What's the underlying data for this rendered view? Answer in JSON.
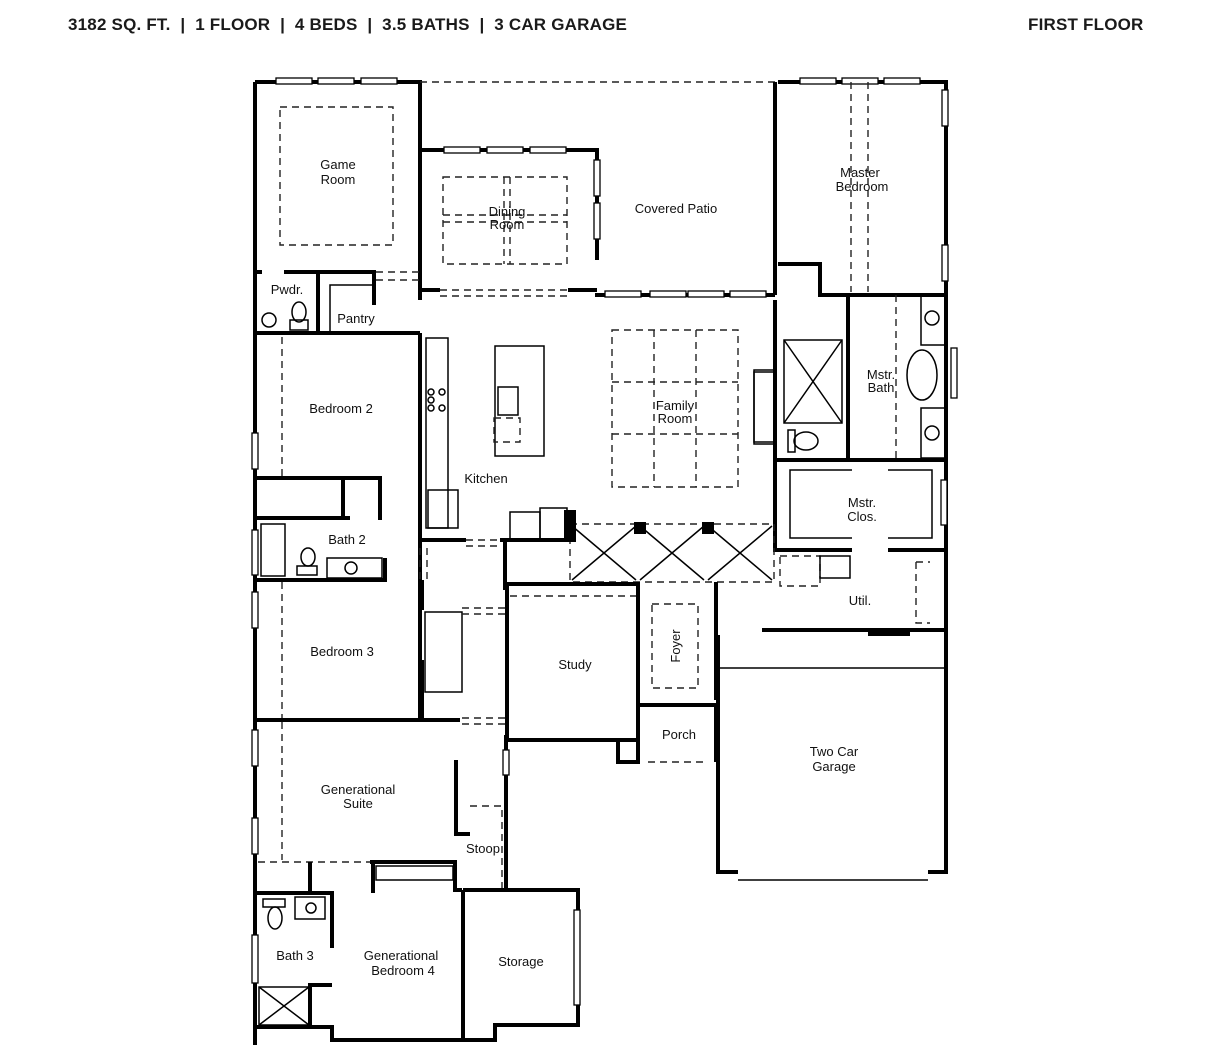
{
  "header": {
    "summary": "3182 SQ. FT.  |  1 FLOOR  |  4 BEDS  |  3.5 BATHS  |  3 CAR GARAGE",
    "sq_ft": "3182 SQ. FT.",
    "floors": "1 FLOOR",
    "beds": "4 BEDS",
    "baths": "3.5 BATHS",
    "garage": "3 CAR GARAGE",
    "floor_label": "FIRST FLOOR"
  },
  "rooms": {
    "game_room": [
      "Game",
      "Room"
    ],
    "dining_room": [
      "Dining",
      "Room"
    ],
    "covered_patio": "Covered Patio",
    "master_bedroom": [
      "Master",
      "Bedroom"
    ],
    "powder": "Pwdr.",
    "pantry": "Pantry",
    "bedroom_2": "Bedroom 2",
    "kitchen": "Kitchen",
    "family_room": [
      "Family",
      "Room"
    ],
    "master_bath": [
      "Mstr.",
      "Bath"
    ],
    "master_closet": [
      "Mstr.",
      "Clos."
    ],
    "bath_2": "Bath 2",
    "utility": "Util.",
    "bedroom_3": "Bedroom 3",
    "study": "Study",
    "foyer": "Foyer",
    "porch": "Porch",
    "two_car_garage": [
      "Two Car",
      "Garage"
    ],
    "generational_suite": [
      "Generational",
      "Suite"
    ],
    "stoop": "Stoop",
    "bath_3": "Bath 3",
    "generational_bedroom_4": [
      "Generational",
      "Bedroom 4"
    ],
    "storage": "Storage"
  }
}
